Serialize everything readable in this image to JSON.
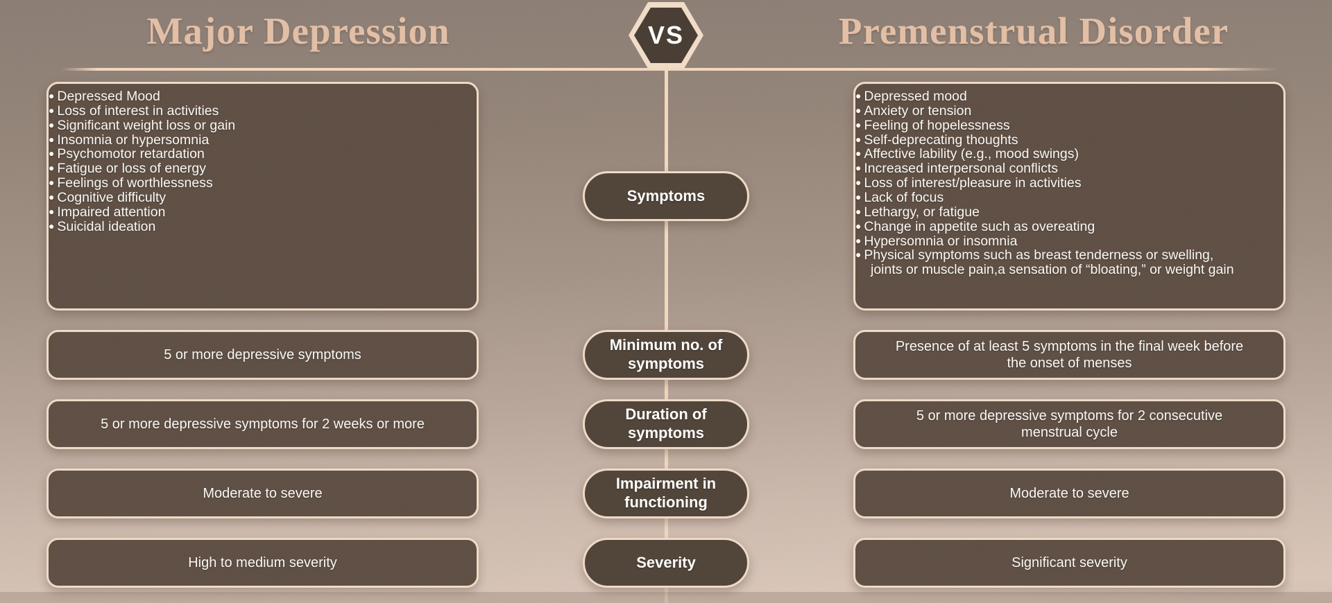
{
  "header": {
    "left_title": "Major Depression",
    "right_title": "Premenstrual Disorder",
    "vs_label": "VS"
  },
  "colors": {
    "background_top": "#8a7c73",
    "background_bottom": "#dac6b9",
    "box_fill": "#5d4d42",
    "pill_fill": "#4f4237",
    "hexagon_fill": "#473b31",
    "border_cream": "#efdbc7",
    "connector_line": "#f3d8c0",
    "title_text": "#e3bfa5",
    "body_text": "#fbf9f6"
  },
  "rows": [
    {
      "category": "Symptoms",
      "left_items": [
        "Depressed Mood",
        "Loss of interest in activities",
        "Significant weight loss or gain",
        "Insomnia or hypersomnia",
        "Psychomotor retardation",
        "Fatigue or loss of energy",
        "Feelings of worthlessness",
        "Cognitive difficulty",
        "Impaired attention",
        "Suicidal ideation"
      ],
      "right_items": [
        "Depressed mood",
        "Anxiety or tension",
        "Feeling of hopelessness",
        "Self-deprecating thoughts",
        "Affective lability (e.g., mood swings)",
        "Increased interpersonal conflicts",
        "Loss of interest/pleasure in activities",
        "Lack of focus",
        "Lethargy, or fatigue",
        "Change in appetite such as overeating",
        "Hypersomnia or insomnia",
        "Physical symptoms such as breast tenderness or swelling, joints or muscle pain,a sensation of “bloating,” or weight gain"
      ]
    },
    {
      "category": "Minimum no. of symptoms",
      "left": "5 or more depressive symptoms",
      "right": "Presence of at least 5 symptoms in the final week before the onset of menses"
    },
    {
      "category": "Duration of symptoms",
      "left": "5 or more depressive symptoms for 2 weeks or more",
      "right": "5 or more depressive symptoms for 2 consecutive menstrual cycle"
    },
    {
      "category": "Impairment in functioning",
      "left": "Moderate to severe",
      "right": "Moderate to severe"
    },
    {
      "category": "Severity",
      "left": "High to medium severity",
      "right": "Significant severity"
    }
  ]
}
